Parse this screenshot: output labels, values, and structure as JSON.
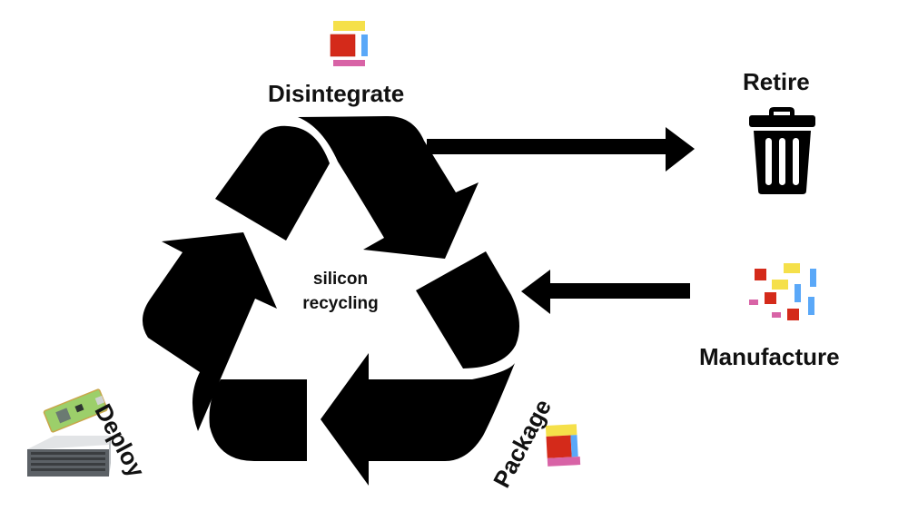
{
  "diagram": {
    "title": "silicon recycling",
    "center_label_lines": [
      "silicon",
      "recycling"
    ],
    "stages": [
      {
        "id": "disintegrate",
        "label": "Disintegrate",
        "icon": "chip-blocks-icon"
      },
      {
        "id": "package",
        "label": "Package",
        "icon": "packaged-chip-icon"
      },
      {
        "id": "deploy",
        "label": "Deploy",
        "icon": "hardware-devices-icon"
      }
    ],
    "external": [
      {
        "id": "retire",
        "label": "Retire",
        "icon": "trash-can-icon",
        "direction": "out"
      },
      {
        "id": "manufacture",
        "label": "Manufacture",
        "icon": "scattered-blocks-icon",
        "direction": "in"
      }
    ],
    "colors": {
      "arrow": "#000000",
      "yellow": "#f5e04a",
      "red": "#d42a1a",
      "blue": "#5aa8f8",
      "pink": "#d863a6",
      "text": "#111111"
    }
  }
}
